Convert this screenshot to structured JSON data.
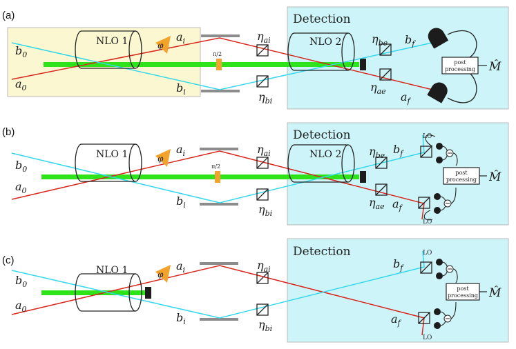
{
  "panels": [
    {
      "tag": "(a)",
      "detection_label": "Detection",
      "nlo1_label": "NLO 1",
      "nlo2_label": "NLO 2",
      "phase_symbol": "φ",
      "half_pi_label": "π/2",
      "labels": {
        "a0": "a",
        "a0_sub": "0",
        "b0": "b",
        "b0_sub": "0",
        "ai": "a",
        "ai_sub": "i",
        "bi": "b",
        "bi_sub": "i",
        "eta_ai": "η",
        "eta_ai_sub": "ai",
        "eta_bi": "η",
        "eta_bi_sub": "bi",
        "eta_be": "η",
        "eta_be_sub": "be",
        "eta_ae": "η",
        "eta_ae_sub": "ae",
        "bf": "b",
        "bf_sub": "f",
        "af": "a",
        "af_sub": "f"
      },
      "post_line1": "post",
      "post_line2": "processing",
      "output": "M̂"
    },
    {
      "tag": "(b)",
      "detection_label": "Detection",
      "nlo1_label": "NLO 1",
      "nlo2_label": "NLO 2",
      "phase_symbol": "φ",
      "half_pi_label": "π/2",
      "labels": {
        "a0": "a",
        "a0_sub": "0",
        "b0": "b",
        "b0_sub": "0",
        "ai": "a",
        "ai_sub": "i",
        "bi": "b",
        "bi_sub": "i",
        "eta_ai": "η",
        "eta_ai_sub": "ai",
        "eta_bi": "η",
        "eta_bi_sub": "bi",
        "eta_be": "η",
        "eta_be_sub": "be",
        "eta_ae": "η",
        "eta_ae_sub": "ae",
        "bf": "b",
        "bf_sub": "f",
        "af": "a",
        "af_sub": "f"
      },
      "lo_top": "LO",
      "lo_bottom": "LO",
      "post_line1": "post",
      "post_line2": "processing",
      "output": "M̂"
    },
    {
      "tag": "(c)",
      "detection_label": "Detection",
      "nlo1_label": "NLO 1",
      "phase_symbol": "φ",
      "labels": {
        "a0": "a",
        "a0_sub": "0",
        "b0": "b",
        "b0_sub": "0",
        "ai": "a",
        "ai_sub": "i",
        "bi": "b",
        "bi_sub": "i",
        "eta_ai": "η",
        "eta_ai_sub": "ai",
        "eta_bi": "η",
        "eta_bi_sub": "bi",
        "bf": "b",
        "bf_sub": "f",
        "af": "a",
        "af_sub": "f"
      },
      "lo_top": "LO",
      "lo_bottom": "LO",
      "post_line1": "post",
      "post_line2": "processing",
      "output": "M̂"
    }
  ],
  "colors": {
    "red_beam": "#d9261c",
    "cyan_beam": "#34d8ec",
    "pump_beam": "#2ee31a",
    "nlo_region": "#fbf7d0",
    "detection_region": "#cdf5f9",
    "phase_shifter": "#f2a32c",
    "mirror": "#8c8c8c",
    "detector": "#1c1c1c"
  }
}
